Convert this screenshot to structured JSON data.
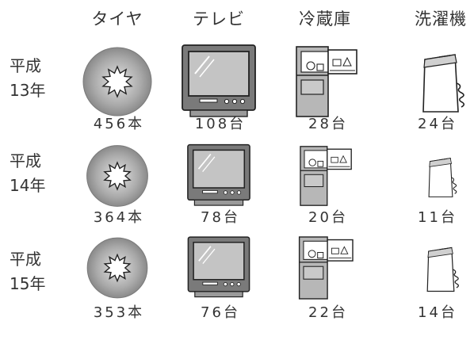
{
  "chart_data": {
    "type": "table",
    "columns": [
      "タイヤ",
      "テレビ",
      "冷蔵庫",
      "洗濯機"
    ],
    "rows": [
      {
        "label": [
          "平成",
          "13年"
        ],
        "values": [
          "456本",
          "108台",
          "28台",
          "24台"
        ]
      },
      {
        "label": [
          "平成",
          "14年"
        ],
        "values": [
          "364本",
          "78台",
          "20台",
          "11台"
        ]
      },
      {
        "label": [
          "平成",
          "15年"
        ],
        "values": [
          "353本",
          "76台",
          "22台",
          "14台"
        ]
      }
    ],
    "numbers": [
      [
        456,
        108,
        28,
        24
      ],
      [
        364,
        78,
        20,
        11
      ],
      [
        353,
        76,
        22,
        14
      ]
    ],
    "units": [
      "本",
      "台",
      "台",
      "台"
    ]
  },
  "colors": {
    "tire_outer": "#8a8a8a",
    "tire_mid": "#cfcfcf",
    "tire_center": "#ffffff",
    "tv_body": "#7a7a7a",
    "tv_screen": "#c4c4c4",
    "fridge_body": "#b7b7b7",
    "line": "#222222"
  }
}
